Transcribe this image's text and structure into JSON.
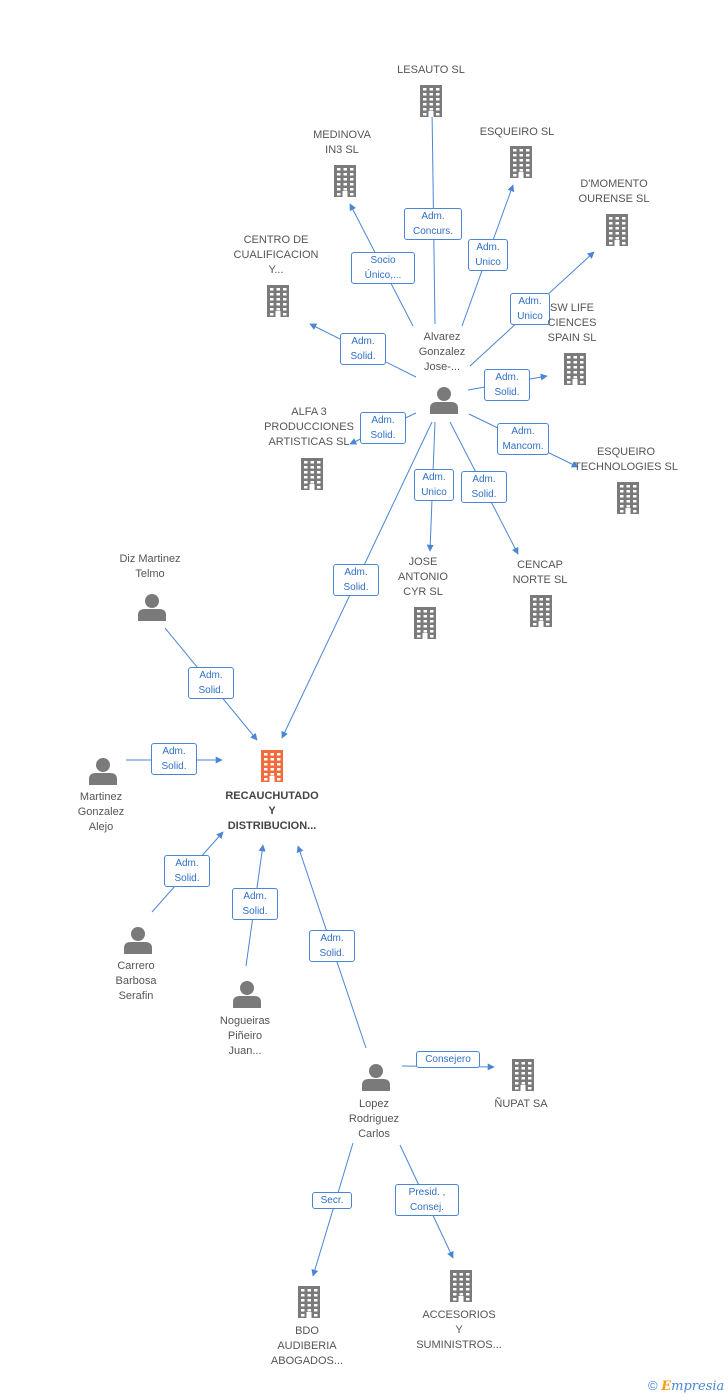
{
  "colors": {
    "edge": "#4a86d4",
    "node": "#7a7a7a",
    "main": "#f26b3a"
  },
  "nodes": [
    {
      "id": "lesauto",
      "type": "company",
      "label": "LESAUTO SL"
    },
    {
      "id": "medinova",
      "type": "company",
      "label": "MEDINOVA\nIN3 SL"
    },
    {
      "id": "esqueiro",
      "type": "company",
      "label": "ESQUEIRO SL"
    },
    {
      "id": "dmomento",
      "type": "company",
      "label": "D'MOMENTO\nOURENSE SL"
    },
    {
      "id": "centro",
      "type": "company",
      "label": "CENTRO DE\nCUALIFICACION\nY..."
    },
    {
      "id": "swlife",
      "type": "company",
      "label": "SW LIFE\nCIENCES\nSPAIN SL"
    },
    {
      "id": "alvarez",
      "type": "person",
      "label": "Alvarez\nGonzalez\nJose-..."
    },
    {
      "id": "alfa3",
      "type": "company",
      "label": "ALFA 3\nPRODUCCIONES\nARTISTICAS SL"
    },
    {
      "id": "esqtech",
      "type": "company",
      "label": "ESQUEIRO\nTECHNOLOGIES SL"
    },
    {
      "id": "josecyr",
      "type": "company",
      "label": "JOSE\nANTONIO\nCYR SL"
    },
    {
      "id": "cencap",
      "type": "company",
      "label": "CENCAP\nNORTE SL"
    },
    {
      "id": "diz",
      "type": "person",
      "label": "Diz Martinez\nTelmo"
    },
    {
      "id": "main",
      "type": "main",
      "label": "RECAUCHUTADO\nY\nDISTRIBUCION..."
    },
    {
      "id": "martinez",
      "type": "person",
      "label": "Martinez\nGonzalez\nAlejo"
    },
    {
      "id": "carrero",
      "type": "person",
      "label": "Carrero\nBarbosa\nSerafin"
    },
    {
      "id": "nogueiras",
      "type": "person",
      "label": "Nogueiras\nPiñeiro\nJuan..."
    },
    {
      "id": "lopez",
      "type": "person",
      "label": "Lopez\nRodriguez\nCarlos"
    },
    {
      "id": "nupat",
      "type": "company",
      "label": "ÑUPAT SA"
    },
    {
      "id": "bdo",
      "type": "company",
      "label": "BDO\nAUDIBERIA\nABOGADOS..."
    },
    {
      "id": "accesorios",
      "type": "company",
      "label": "ACCESORIOS\nY\nSUMINISTROS..."
    }
  ],
  "edges": [
    {
      "from": "alvarez",
      "to": "lesauto",
      "label": "Adm.\nConcurs."
    },
    {
      "from": "alvarez",
      "to": "medinova",
      "label": "Socio\nÚnico,..."
    },
    {
      "from": "alvarez",
      "to": "esqueiro",
      "label": "Adm.\nUnico"
    },
    {
      "from": "alvarez",
      "to": "dmomento",
      "label": "Adm.\nUnico"
    },
    {
      "from": "alvarez",
      "to": "centro",
      "label": "Adm.\nSolid."
    },
    {
      "from": "alvarez",
      "to": "swlife",
      "label": "Adm.\nSolid."
    },
    {
      "from": "alvarez",
      "to": "alfa3",
      "label": "Adm.\nSolid."
    },
    {
      "from": "alvarez",
      "to": "esqtech",
      "label": "Adm.\nMancom."
    },
    {
      "from": "alvarez",
      "to": "josecyr",
      "label": "Adm.\nUnico"
    },
    {
      "from": "alvarez",
      "to": "cencap",
      "label": "Adm.\nSolid."
    },
    {
      "from": "alvarez",
      "to": "main",
      "label": "Adm.\nSolid."
    },
    {
      "from": "diz",
      "to": "main",
      "label": "Adm.\nSolid."
    },
    {
      "from": "martinez",
      "to": "main",
      "label": "Adm.\nSolid."
    },
    {
      "from": "carrero",
      "to": "main",
      "label": "Adm.\nSolid."
    },
    {
      "from": "nogueiras",
      "to": "main",
      "label": "Adm.\nSolid."
    },
    {
      "from": "lopez",
      "to": "main",
      "label": "Adm.\nSolid."
    },
    {
      "from": "lopez",
      "to": "nupat",
      "label": "Consejero"
    },
    {
      "from": "lopez",
      "to": "bdo",
      "label": "Secr."
    },
    {
      "from": "lopez",
      "to": "accesorios",
      "label": "Presid. ,\nConsej."
    }
  ],
  "footer": {
    "copyright": "©",
    "brand_first": "E",
    "brand_rest": "mpresia"
  }
}
